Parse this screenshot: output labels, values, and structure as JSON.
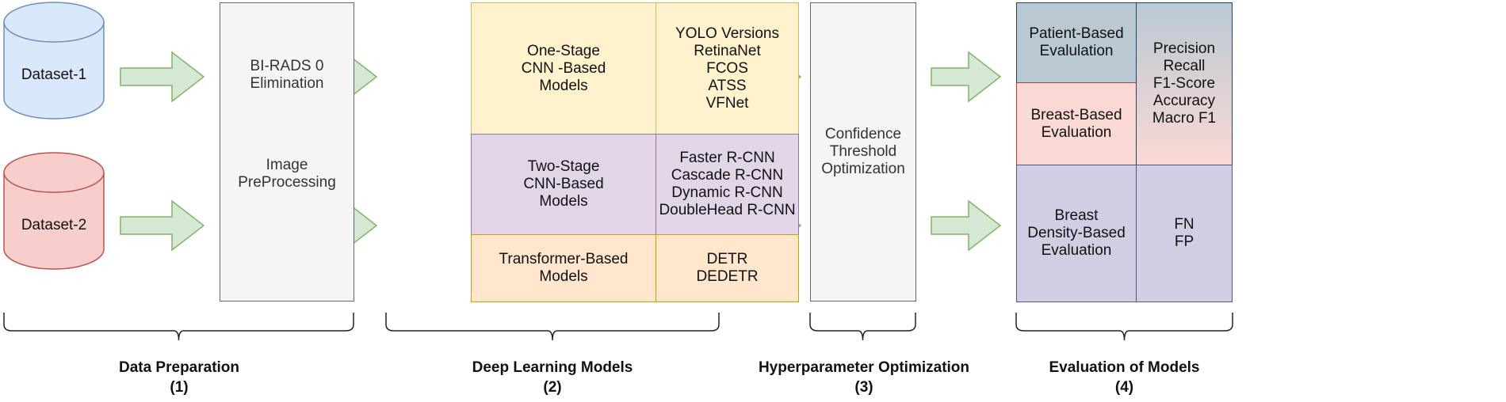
{
  "colors": {
    "arrow_fill": "#d5e8d4",
    "arrow_stroke": "#82b366",
    "dataset1_fill": "#dae8fc",
    "dataset1_stroke": "#6c8ebf",
    "dataset2_fill": "#f8cecc",
    "dataset2_stroke": "#b85450",
    "process_fill": "#f5f5f5",
    "process_stroke": "#666666",
    "one_stage_fill": "#fff2cc",
    "one_stage_stroke": "#d6b656",
    "two_stage_fill": "#e1d5e7",
    "two_stage_stroke": "#9673a6",
    "transformer_fill": "#ffe6cc",
    "transformer_stroke": "#d79b00",
    "patient_fill": "#bac8d3",
    "breast_fill": "#fad9d5",
    "density_fill": "#d0cee2"
  },
  "stage1": {
    "datasets": [
      "Dataset-1",
      "Dataset-2"
    ],
    "process_a": "BI-RADS 0\nElimination",
    "process_b": "Image\nPreProcessing",
    "label": "Data Preparation\n(1)"
  },
  "stage2": {
    "rows": [
      {
        "category": "One-Stage\nCNN -Based\nModels",
        "models": "YOLO Versions\nRetinaNet\nFCOS\nATSS\nVFNet"
      },
      {
        "category": "Two-Stage\nCNN-Based\nModels",
        "models": "Faster R-CNN\nCascade R-CNN\nDynamic R-CNN\nDoubleHead R-CNN"
      },
      {
        "category": "Transformer-Based\nModels",
        "models": "DETR\nDEDETR"
      }
    ],
    "label": "Deep Learning Models\n(2)"
  },
  "stage3": {
    "process": "Confidence\nThreshold\nOptimization",
    "label": "Hyperparameter Optimization\n(3)"
  },
  "stage4": {
    "patient": "Patient-Based\nEvalulation",
    "breast": "Breast-Based\nEvaluation",
    "metrics": "Precision\nRecall\nF1-Score\nAccuracy\nMacro F1",
    "density": "Breast\nDensity-Based\nEvaluation",
    "density_metrics": "FN\nFP",
    "label": "Evaluation of Models\n(4)"
  }
}
